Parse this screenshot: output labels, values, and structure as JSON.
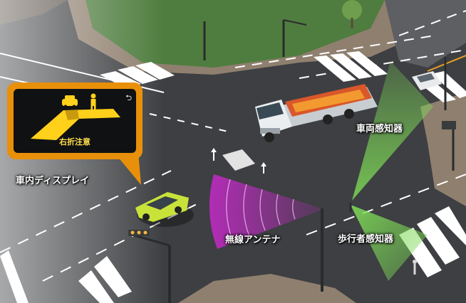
{
  "labels": {
    "in_vehicle_display": "車内ディスプレイ",
    "wireless_antenna": "無線アンテナ",
    "vehicle_sensor": "車両感知器",
    "pedestrian_sensor": "歩行者感知器"
  },
  "display": {
    "caption": "右折注意",
    "icons": [
      "car-icon",
      "pedestrian-icon",
      "return-arrow-icon"
    ]
  },
  "colors": {
    "callout_orange": "#e8900a",
    "display_yellow": "#ffd11a",
    "sensor_green": "#7ed957",
    "antenna_magenta": "#c02ac4",
    "road": "#3d3f42",
    "grass": "#4f7d3f"
  }
}
